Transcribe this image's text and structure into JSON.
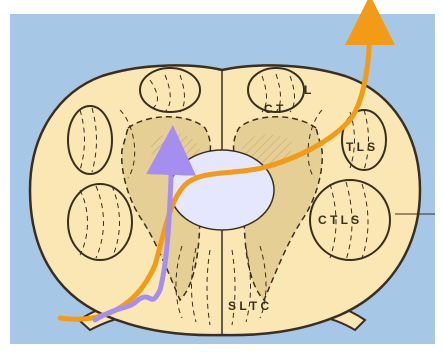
{
  "labels": {
    "upper_right_top": "L",
    "upper_right_mid": "C  T",
    "right_upper": "T L S",
    "right_lower": "C T L S",
    "bottom_center": "S L T C"
  },
  "colors": {
    "background": "#a7c7e7",
    "tissue": "#fbe7b3",
    "gray_matter": "#e6cf95",
    "outline": "#3a2e1f",
    "canal": "#e5e7ff",
    "ascending_path": "#f29b16",
    "descending_path": "#a58ef0"
  }
}
